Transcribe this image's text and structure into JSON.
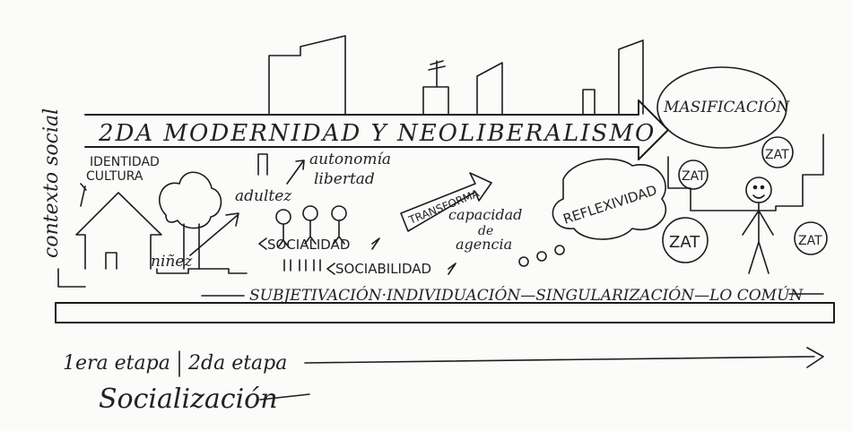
{
  "side_label": "contexto social",
  "banner_text": "2DA MODERNIDAD Y NEOLIBERALISMO",
  "masificacion": "MASIFICACIÓN",
  "identidad": "IDENTIDAD",
  "cultura": "CULTURA",
  "autonomia": "autonomía",
  "libertad": "libertad",
  "adultez": "adultez",
  "ninez": "niñez",
  "socialidad": "SOCIALIDAD",
  "sociabilidad": "SOCIABILIDAD",
  "transforma": "TRANSFORMA",
  "capacidad": "capacidad",
  "de": "de",
  "agencia": "agencia",
  "reflexividad": "REFLEXIVIDAD",
  "zat_labels": [
    "ZAT",
    "ZAT",
    "ZAT",
    "ZAT"
  ],
  "process_line": "SUBJETIVACIÓN·INDIVIDUACIÓN—SINGULARIZACIÓN—LO COMÚN",
  "etapa1": "1era etapa",
  "etapa2": "2da etapa",
  "socializacion": "Socialización",
  "colors": {
    "ink": "#1c1c1c",
    "paper": "#fbfbfa"
  }
}
